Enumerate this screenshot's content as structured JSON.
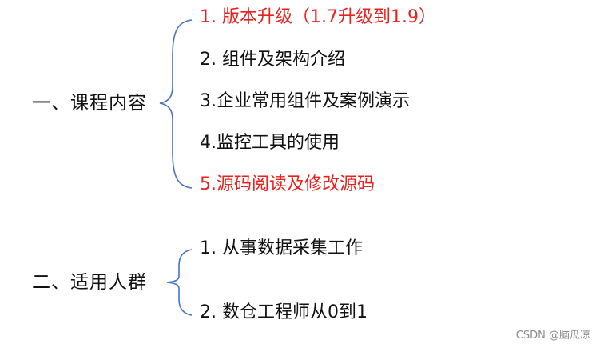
{
  "sections": [
    {
      "title": "一、课程内容",
      "items": [
        {
          "label": "1. 版本升级（1.7升级到1.9）",
          "highlight": true
        },
        {
          "label": "2. 组件及架构介绍",
          "highlight": false
        },
        {
          "label": "3.企业常用组件及案例演示",
          "highlight": false
        },
        {
          "label": "4.监控工具的使用",
          "highlight": false
        },
        {
          "label": "5.源码阅读及修改源码",
          "highlight": true
        }
      ]
    },
    {
      "title": "二、适用人群",
      "items": [
        {
          "label": "1. 从事数据采集工作",
          "highlight": false
        },
        {
          "label": "2. 数仓工程师从0到1",
          "highlight": false
        }
      ]
    }
  ],
  "colors": {
    "highlight": "#e8211d",
    "brace": "#4472c4",
    "text": "#111111"
  },
  "watermark": "CSDN @脑瓜凉"
}
